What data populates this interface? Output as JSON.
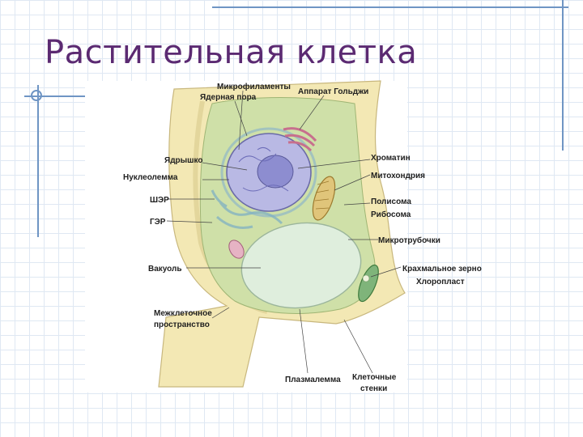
{
  "slide": {
    "title": "Растительная клетка"
  },
  "diagram": {
    "labels": {
      "microfilaments": "Микрофиламенты",
      "golgi": "Аппарат Гольджи",
      "nuclear_pore": "Ядерная пора",
      "nucleolus": "Ядрышко",
      "nucleolemma": "Нуклеолемма",
      "ser": "ШЭР",
      "rer": "ГЭР",
      "vacuole": "Вакуоль",
      "intercellular_1": "Межклеточное",
      "intercellular_2": "пространство",
      "chromatin": "Хроматин",
      "mitochondria": "Митохондрия",
      "polysome": "Полисома",
      "ribosome": "Рибосома",
      "microtubules": "Микротрубочки",
      "starch_grain": "Крахмальное зерно",
      "chloroplast": "Хлоропласт",
      "plasmalemma": "Плазмалемма",
      "cell_walls_1": "Клеточные",
      "cell_walls_2": "стенки"
    }
  },
  "colors": {
    "title": "#5b2a72",
    "cell_wall": "#f3e8b4",
    "cytoplasm": "#cfe0a8",
    "vacuole": "#dfeedd",
    "nucleus": "#b9b9e4"
  }
}
